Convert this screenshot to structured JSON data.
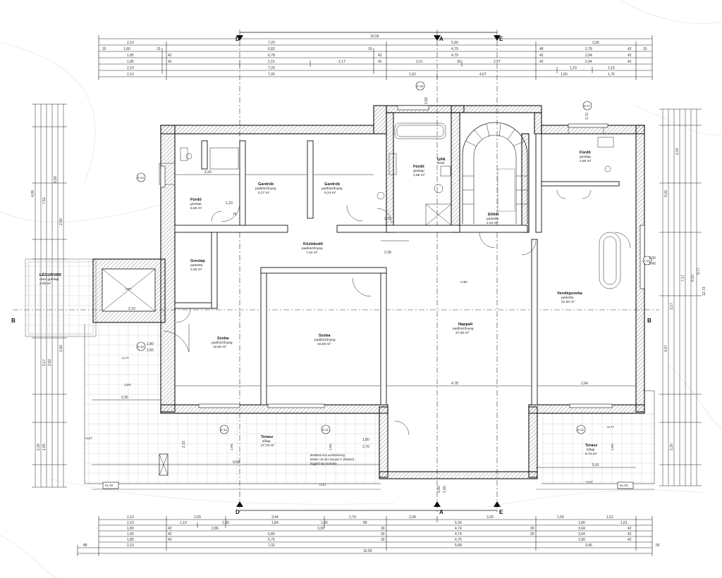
{
  "dimensions": {
    "top_total": "16,56",
    "top_row1": [
      "2,10",
      "7,20",
      "5,90",
      "3,36"
    ],
    "top_row2": [
      "15",
      "1,80",
      "15",
      "6,83",
      "15",
      "4,79",
      "48",
      "2,78",
      "42",
      "15"
    ],
    "top_row3": [
      "1,85",
      "42",
      "6,78",
      "42",
      "4,79",
      "42",
      "2,94",
      "42"
    ],
    "top_row4": [
      "1,85",
      "42",
      "2,15",
      "2,17",
      "42",
      "2,21",
      "30",
      "2,27",
      "42",
      "2,94",
      "42"
    ],
    "top_row5": [
      "2,10",
      "7,20",
      "1,20",
      "1,16"
    ],
    "top_row6": [
      "2,10",
      "7,26",
      "1,52",
      "4,07",
      "1,60",
      "1,76"
    ],
    "bottom_total": "16,56",
    "bottom_row1": [
      "2,10",
      "2,09",
      "3,44",
      "1,79",
      "2,08",
      "3,29",
      "1,59",
      "1,52"
    ],
    "bottom_row2": [
      "2,10",
      "1,19",
      "1,80",
      "1,84",
      "1,80",
      "89",
      "5,36",
      "1,80",
      "1,01"
    ],
    "bottom_row3": [
      "1,80",
      "42",
      "2,86",
      "3,30",
      "30",
      "4,74",
      "30",
      "3,04",
      "42"
    ],
    "bottom_row4": [
      "1,65",
      "42",
      "6,80",
      "30",
      "4,74",
      "30",
      "3,04",
      "42"
    ],
    "bottom_row5": [
      "1,85",
      "42",
      "6,75",
      "30",
      "4,75",
      "1,89",
      "42"
    ],
    "bottom_row6": [
      "88",
      "2,10",
      "7,32",
      "5,68",
      "3,46",
      "55"
    ],
    "left_vertical": [
      "4,89",
      "7,51",
      "6,80",
      "3,17",
      "2,50",
      "2,30",
      "1,65",
      "1,90",
      "2,90"
    ],
    "right_vertical": [
      "4,02",
      "4,97",
      "3,17",
      "2,30",
      "12,73",
      "9,77",
      "8,10",
      "7,17",
      "2,04"
    ]
  },
  "sections": {
    "a": "A",
    "b": "B",
    "d": "D",
    "e": "E"
  },
  "rooms": [
    {
      "name": "Fürdő",
      "finish": "greslap",
      "area": "6,58 m²"
    },
    {
      "name": "Gardrób",
      "finish": "padlószőnyeg",
      "area": "6,17 m²"
    },
    {
      "name": "Gardrób",
      "finish": "padlószőnyeg",
      "area": "6,24 m²"
    },
    {
      "name": "Fürdő",
      "finish": "greslap",
      "area": "2,58 m²"
    },
    {
      "name": "Fürdő",
      "finish": "greslap",
      "area": "4,60 m²"
    },
    {
      "name": "Közlekedő",
      "finish": "padlószőnyeg",
      "area": "7,24 m²"
    },
    {
      "name": "Előtér",
      "finish": "parketta",
      "area": "2,24 m²"
    },
    {
      "name": "Greslap",
      "finish": "parketta",
      "area": "3,26 m²"
    },
    {
      "name": "Szoba",
      "finish": "padlószőnyeg",
      "area": "10,00 m²"
    },
    {
      "name": "Szoba",
      "finish": "padlószőnyeg",
      "area": "15,69 m²"
    },
    {
      "name": "Nappali",
      "finish": "padlószőnyeg",
      "area": "37,06 m²"
    },
    {
      "name": "Vendégszoba",
      "finish": "parketta",
      "area": "21,50 m²"
    },
    {
      "name": "Terasz",
      "finish": "kőlap",
      "area": "27,76 m²"
    },
    {
      "name": "Terasz",
      "finish": "kőlap",
      "area": "8,74 m²"
    },
    {
      "name": "LÉGUDVAR",
      "finish": "cseri greslap",
      "area": "4,50 m²"
    }
  ],
  "labels": {
    "gpa": "GPA",
    "gpa_size": "40/40",
    "lift_text": "LIFT",
    "note_line1": "80x80x5 mm acélszelvény,",
    "note_line2": "körben 15 mm Gauner F (Robert)",
    "note_line3": "függélő lap burkolás",
    "door_codes": [
      "K-16",
      "K-17",
      "K-14",
      "K-12",
      "K-12",
      "K-12",
      "K-13",
      "K-14"
    ],
    "kl_codes": [
      "KL-02",
      "KL-03"
    ],
    "levels": [
      "+2,80",
      "+2,77",
      "+2,77",
      "+2,57",
      "+2,57",
      "+2,57"
    ],
    "slopes": [
      "1,5%",
      "1,5%",
      "1,5%",
      "1,5%"
    ],
    "misc_dims": [
      "1,20",
      "2,20",
      "2,38",
      "75",
      "2,10",
      "1,80",
      "2,60",
      "2,35",
      "9,58",
      "5,91",
      "1,80",
      "2,70",
      "2,15",
      "2,00",
      "2,40",
      "3,80",
      "1,90",
      "2,10",
      "4,78",
      "2,94",
      "3,70",
      "2,80"
    ]
  },
  "colors": {
    "line": "#111111",
    "wall_fill": "#e8e8e8",
    "terrace_grid": "#cfcfcf"
  }
}
